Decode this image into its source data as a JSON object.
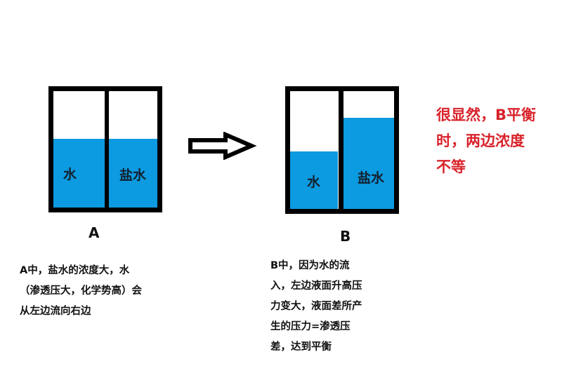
{
  "diagram_a": {
    "label": "A",
    "left_cell_label": "水",
    "right_cell_label": "盐水",
    "left_level_pct": 0.57,
    "right_level_pct": 0.57
  },
  "arrow": {
    "direction": "right"
  },
  "diagram_b": {
    "label": "B",
    "left_cell_label": "水",
    "right_cell_label": "盐水",
    "left_level_pct": 0.47,
    "right_level_pct": 0.76
  },
  "conclusion": {
    "lines": [
      "很显然，B平衡",
      "时，两边浓度",
      "不等"
    ],
    "color": "#d9222a"
  },
  "note_a": {
    "lines": [
      "A中，盐水的浓度大，水",
      "（渗透压大，化学势高）会",
      "从左边流向右边"
    ]
  },
  "note_b": {
    "lines": [
      "B中，因为水的流",
      "入，左边液面升高压",
      "力变大，液面差所产",
      "生的压力=渗透压",
      "差，达到平衡"
    ]
  },
  "colors": {
    "water": "#0c9ae0",
    "tank_border": "#000000"
  }
}
